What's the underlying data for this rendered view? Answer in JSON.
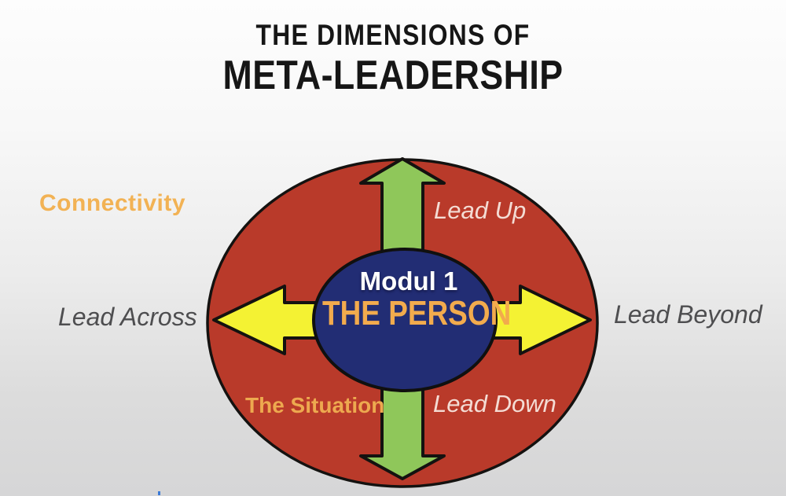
{
  "title": {
    "line1": "THE DIMENSIONS OF",
    "line2": "META-LEADERSHIP"
  },
  "diagram": {
    "overlay_label": "Modul 1",
    "center_label": "THE PERSON",
    "dimension_labels": {
      "connectivity": "Connectivity",
      "lead_up": "Lead Up",
      "lead_across": "Lead Across",
      "lead_beyond": "Lead Beyond",
      "lead_down": "Lead Down",
      "the_situation": "The Situation"
    }
  },
  "colors": {
    "red_ellipse": "#b93a2a",
    "navy_ellipse": "#222d74",
    "green_arrow": "#8fc75a",
    "yellow_arrow": "#f4f233",
    "shape_outline": "#141210",
    "gold_text": "#f2b254",
    "gray_label_text": "#4e4e50",
    "light_label_text": "#f4dcd4",
    "title_text": "#161616",
    "progress_marker": "#3b7ad7"
  }
}
